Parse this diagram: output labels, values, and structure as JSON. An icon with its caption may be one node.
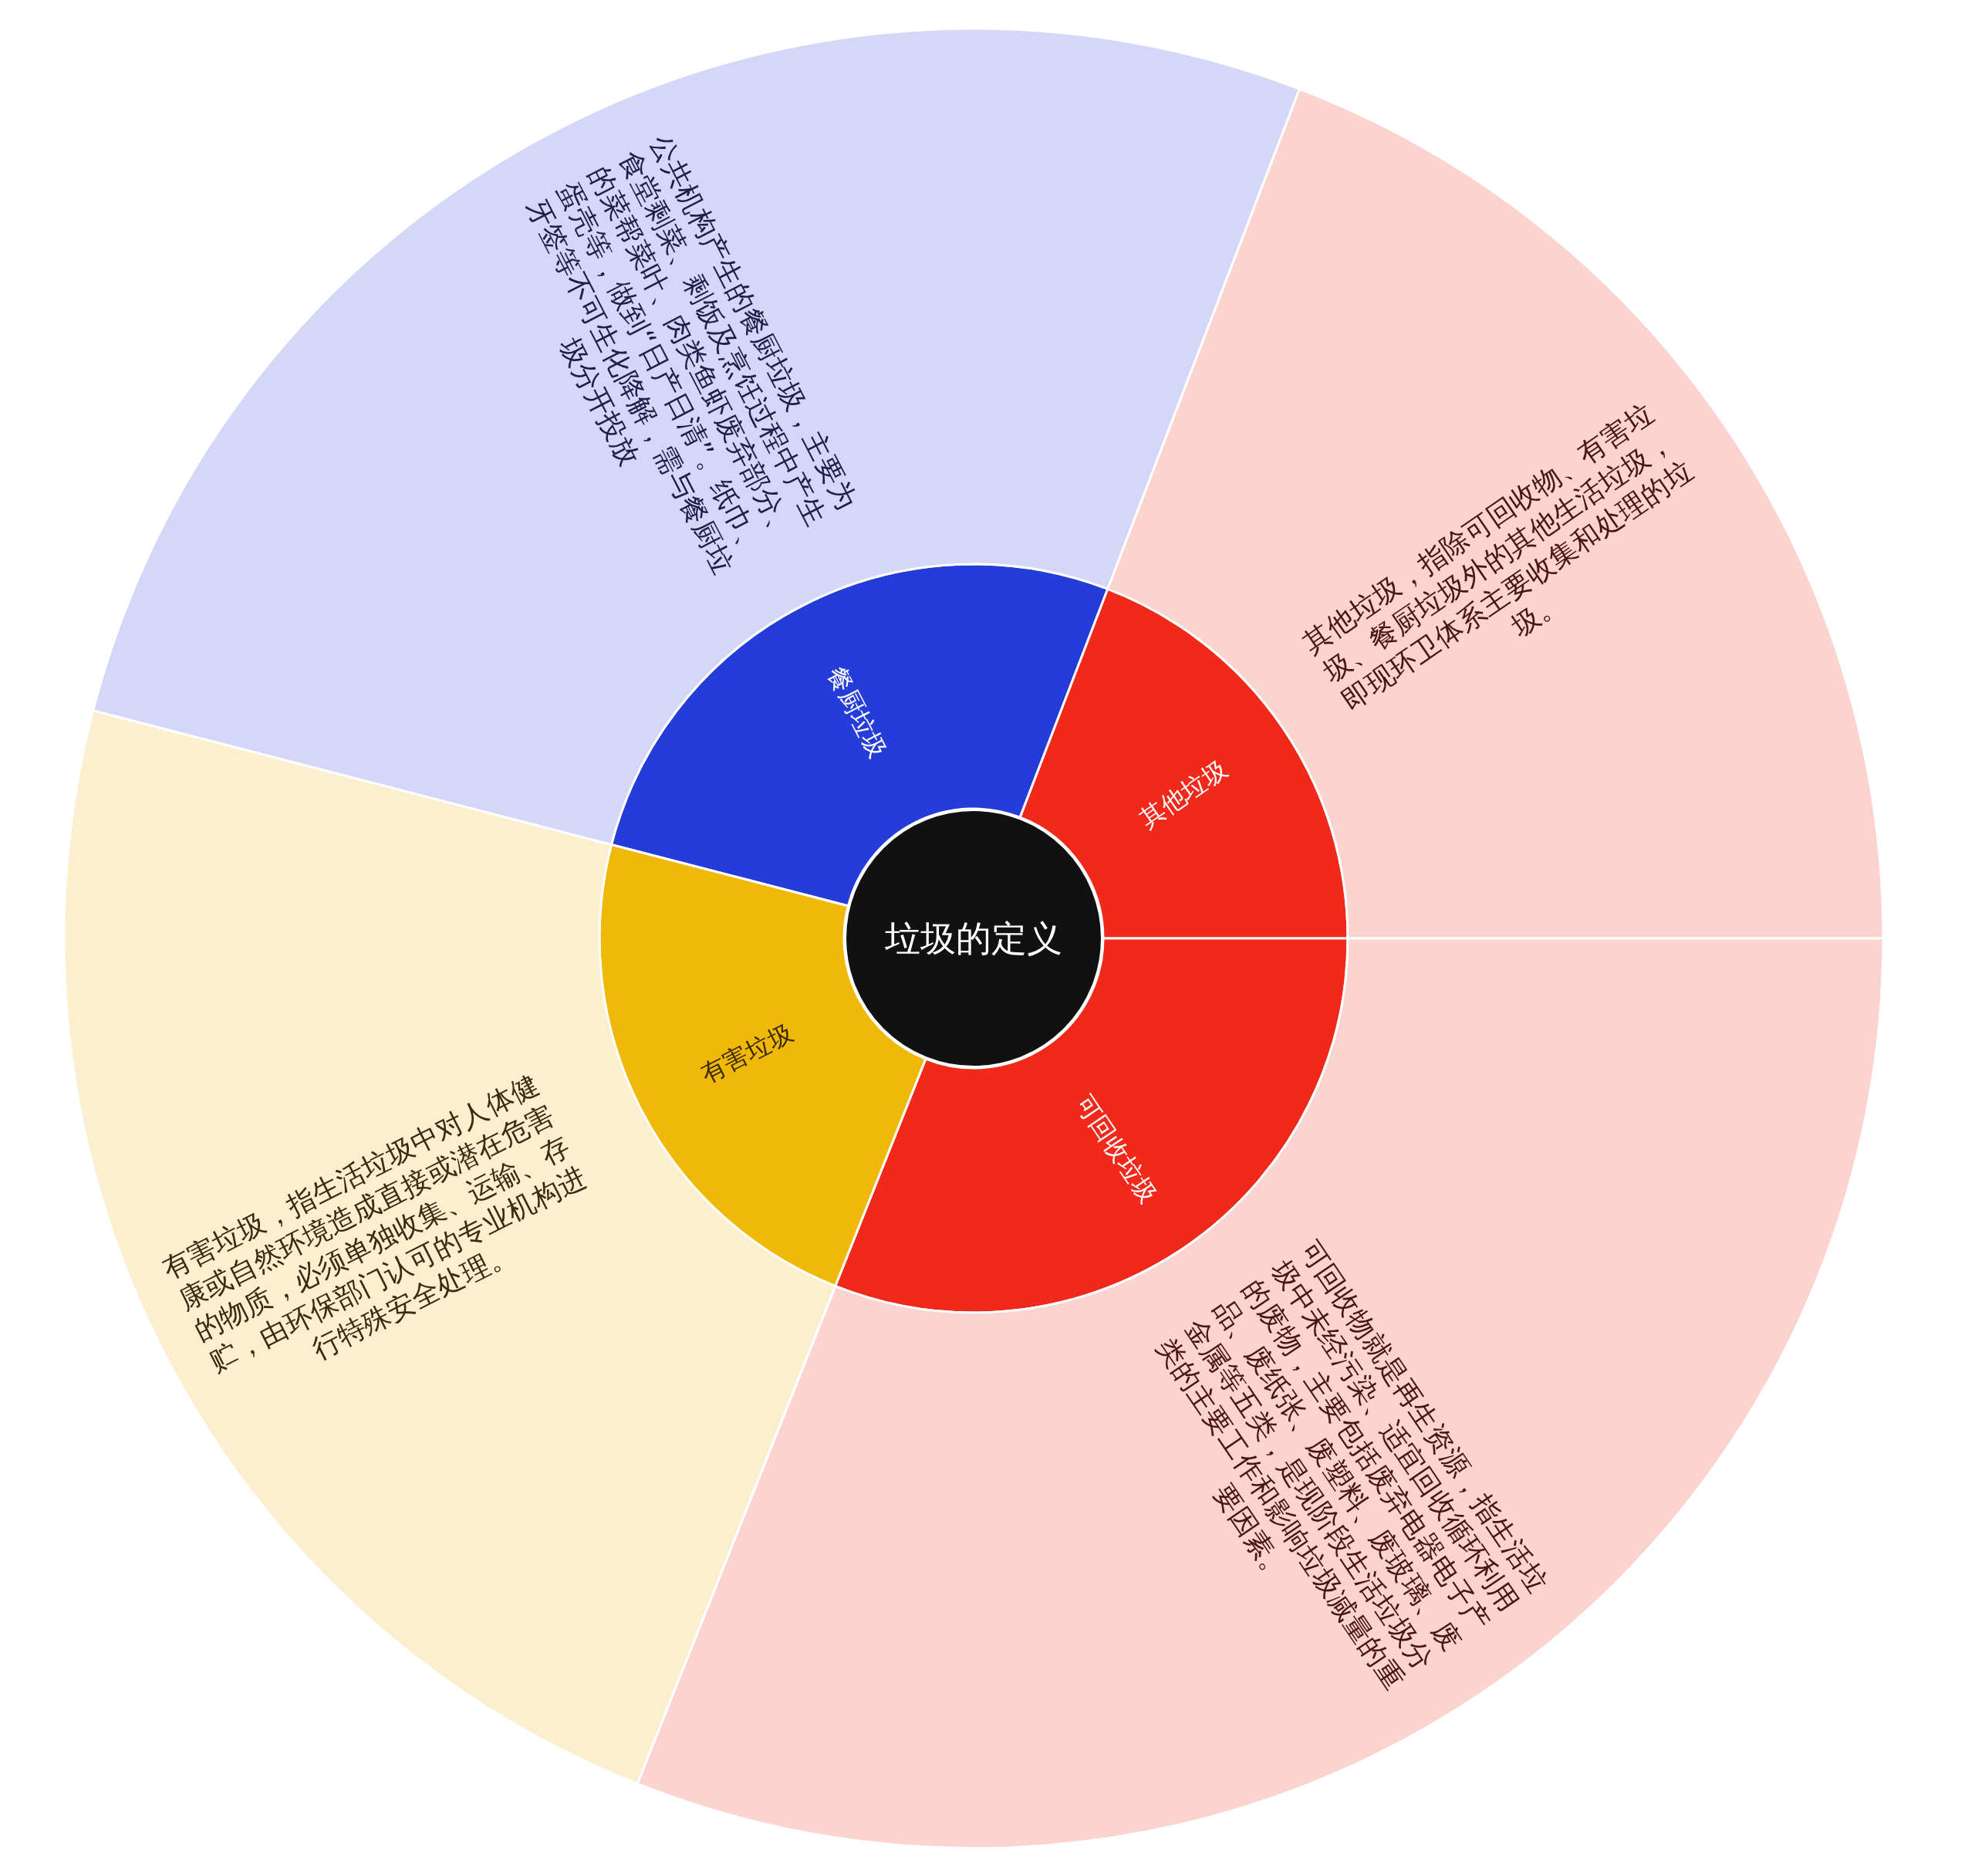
{
  "diagram": {
    "nodes": [
      {
        "text": [
          "垃圾的定义"
        ]
      },
      {
        "text": [
          "餐厨垃圾"
        ]
      },
      {
        "text": [
          "公共机构产生的餐厨垃圾，主要为食堂剩菜、剩饭及烹饪过程中产生的菜帮菜叶、肉类鱼虾废弃部分、蛋壳等，做到“日产日清”。纸巾、牙签等不可生化降解，需与餐厨垃圾分开投放"
        ]
      },
      {
        "text": [
          "其他垃圾"
        ]
      },
      {
        "text": [
          "其他垃圾，指除可回收物、有害垃圾、餐厨垃圾外的其他生活垃圾，即现环卫体系主要收集和处理的垃圾。"
        ]
      },
      {
        "text": [
          "可回收垃圾"
        ]
      },
      {
        "text": [
          "可回收物就是再生资源，指生活垃圾中未经污染、适宜回收循环利用的废物，主要包括废弃电器电子产品、废纸张、废塑料、废玻璃、废金属等五类，是现阶段生活垃圾分类的主要工作和影响垃圾减量的重要因素。"
        ]
      },
      {
        "text": [
          "有害垃圾"
        ]
      },
      {
        "text": [
          "有害垃圾，指生活垃圾中对人体健康或自然环境造成直接或潜在危害的物质，必须单独收集、运输、存贮，由环保部门认可的专业机构进行特殊安全处理。"
        ]
      }
    ]
  }
}
